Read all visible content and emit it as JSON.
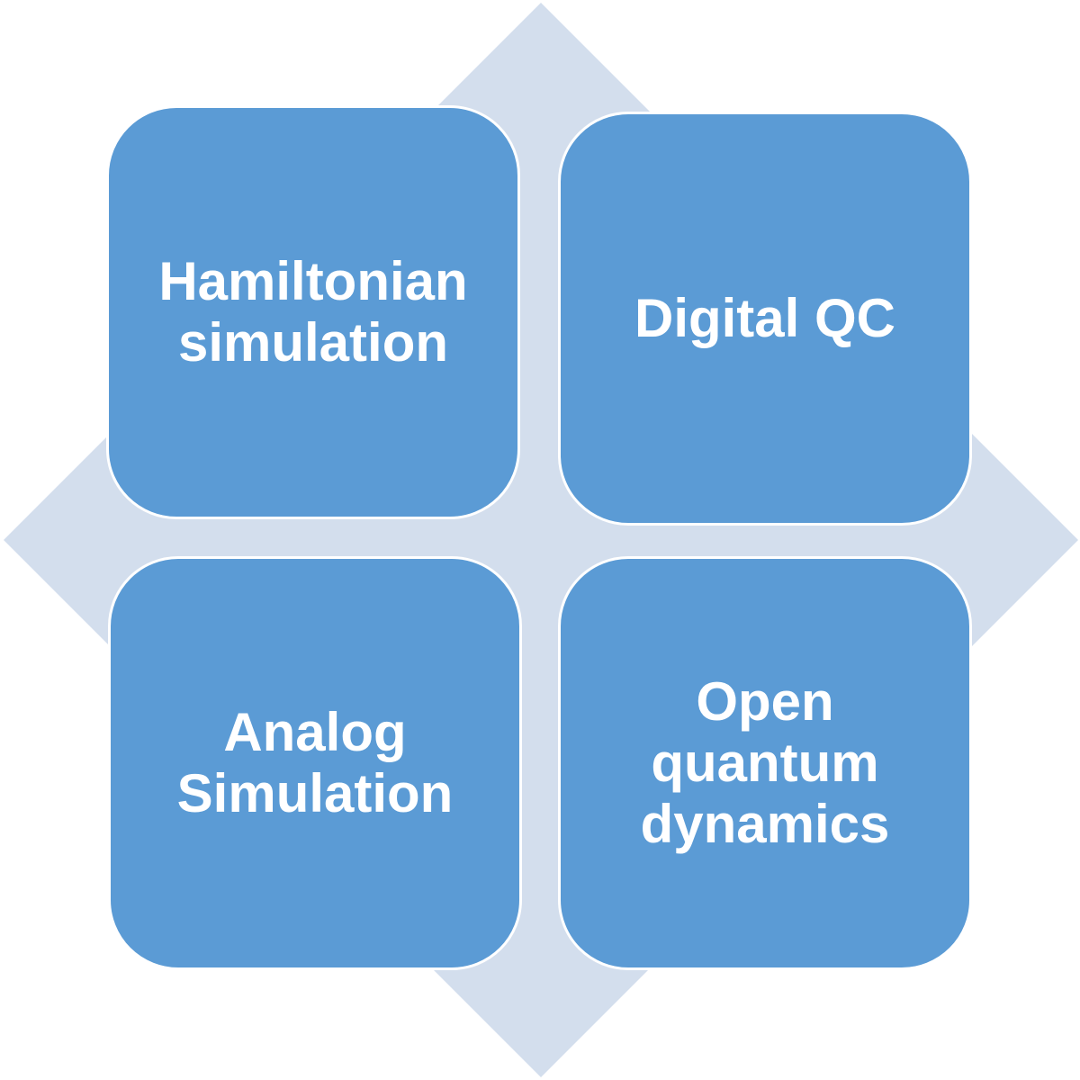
{
  "colors": {
    "background_diamond": "#d3deed",
    "tile_fill": "#5b9bd5",
    "tile_text": "#ffffff",
    "tile_border": "#ffffff"
  },
  "tiles": [
    {
      "label": "Hamiltonian\nsimulation"
    },
    {
      "label": "Digital QC"
    },
    {
      "label": "Analog\nSimulation"
    },
    {
      "label": "Open\nquantum\ndynamics"
    }
  ]
}
